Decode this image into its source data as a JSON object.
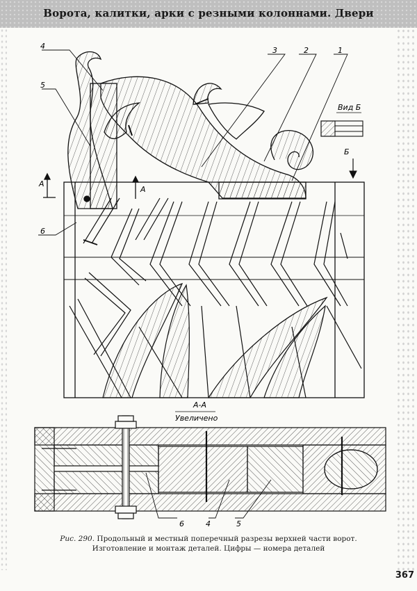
{
  "header": {
    "title": "Ворота, калитки, арки с резными колоннами. Двери"
  },
  "figure": {
    "callouts_top": [
      "4",
      "5",
      "3",
      "2",
      "1",
      "6"
    ],
    "section_marker": "А",
    "view_label": "Вид Б",
    "view_arrow_label": "Б",
    "section_title": "А-А",
    "section_subtitle": "Увеличено",
    "callouts_section": [
      "6",
      "4",
      "5"
    ]
  },
  "caption": {
    "prefix": "Рис. 290.",
    "line1": "Продольный и местный поперечный разрезы верхней части ворот.",
    "line2": "Изготовление и монтаж деталей. Цифры — номера деталей"
  },
  "page_number": "367"
}
